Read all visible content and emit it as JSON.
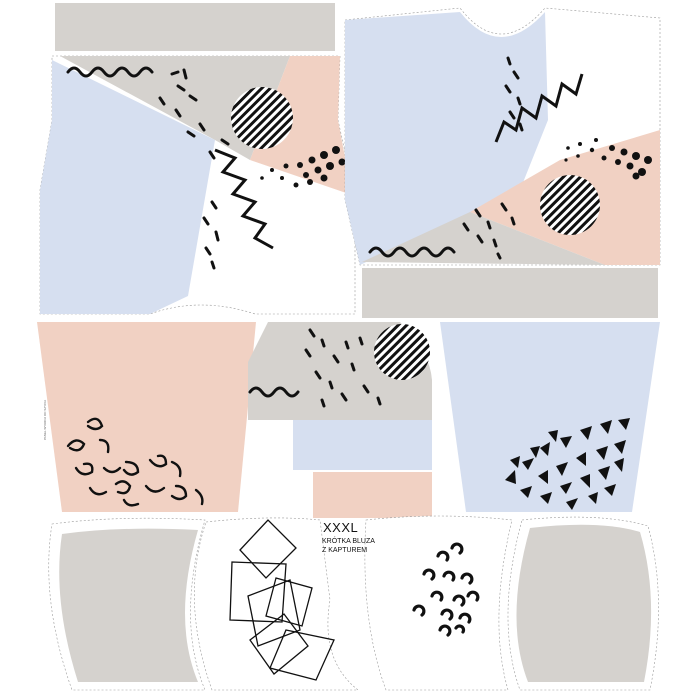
{
  "pattern": {
    "size_label": "XXXL",
    "description_lines": [
      "KRÓTKA BLUZA",
      "Z KAPTUREM"
    ],
    "side_text": "PANEL WYKROJ DO SZYCIA"
  },
  "palette": {
    "blue": "#d6dff0",
    "peach": "#f1d1c3",
    "grey": "#d5d2ce",
    "white": "#ffffff",
    "ink": "#111111",
    "cutline": "#9a9a9a"
  },
  "pieces": [
    "front-body-panel",
    "back-body-panel",
    "left-sleeve-panel",
    "hood-panel",
    "right-sleeve-panel",
    "pocket-panel",
    "hood-side-panel-left",
    "hood-side-panel-white",
    "hood-side-panel-leopard",
    "hood-side-panel-right"
  ],
  "icons": [
    "zigzag-icon",
    "wave-icon",
    "striped-circle-icon",
    "dots-icon",
    "triangles-icon",
    "swirl-icon",
    "squares-icon",
    "leopard-spots-icon"
  ]
}
